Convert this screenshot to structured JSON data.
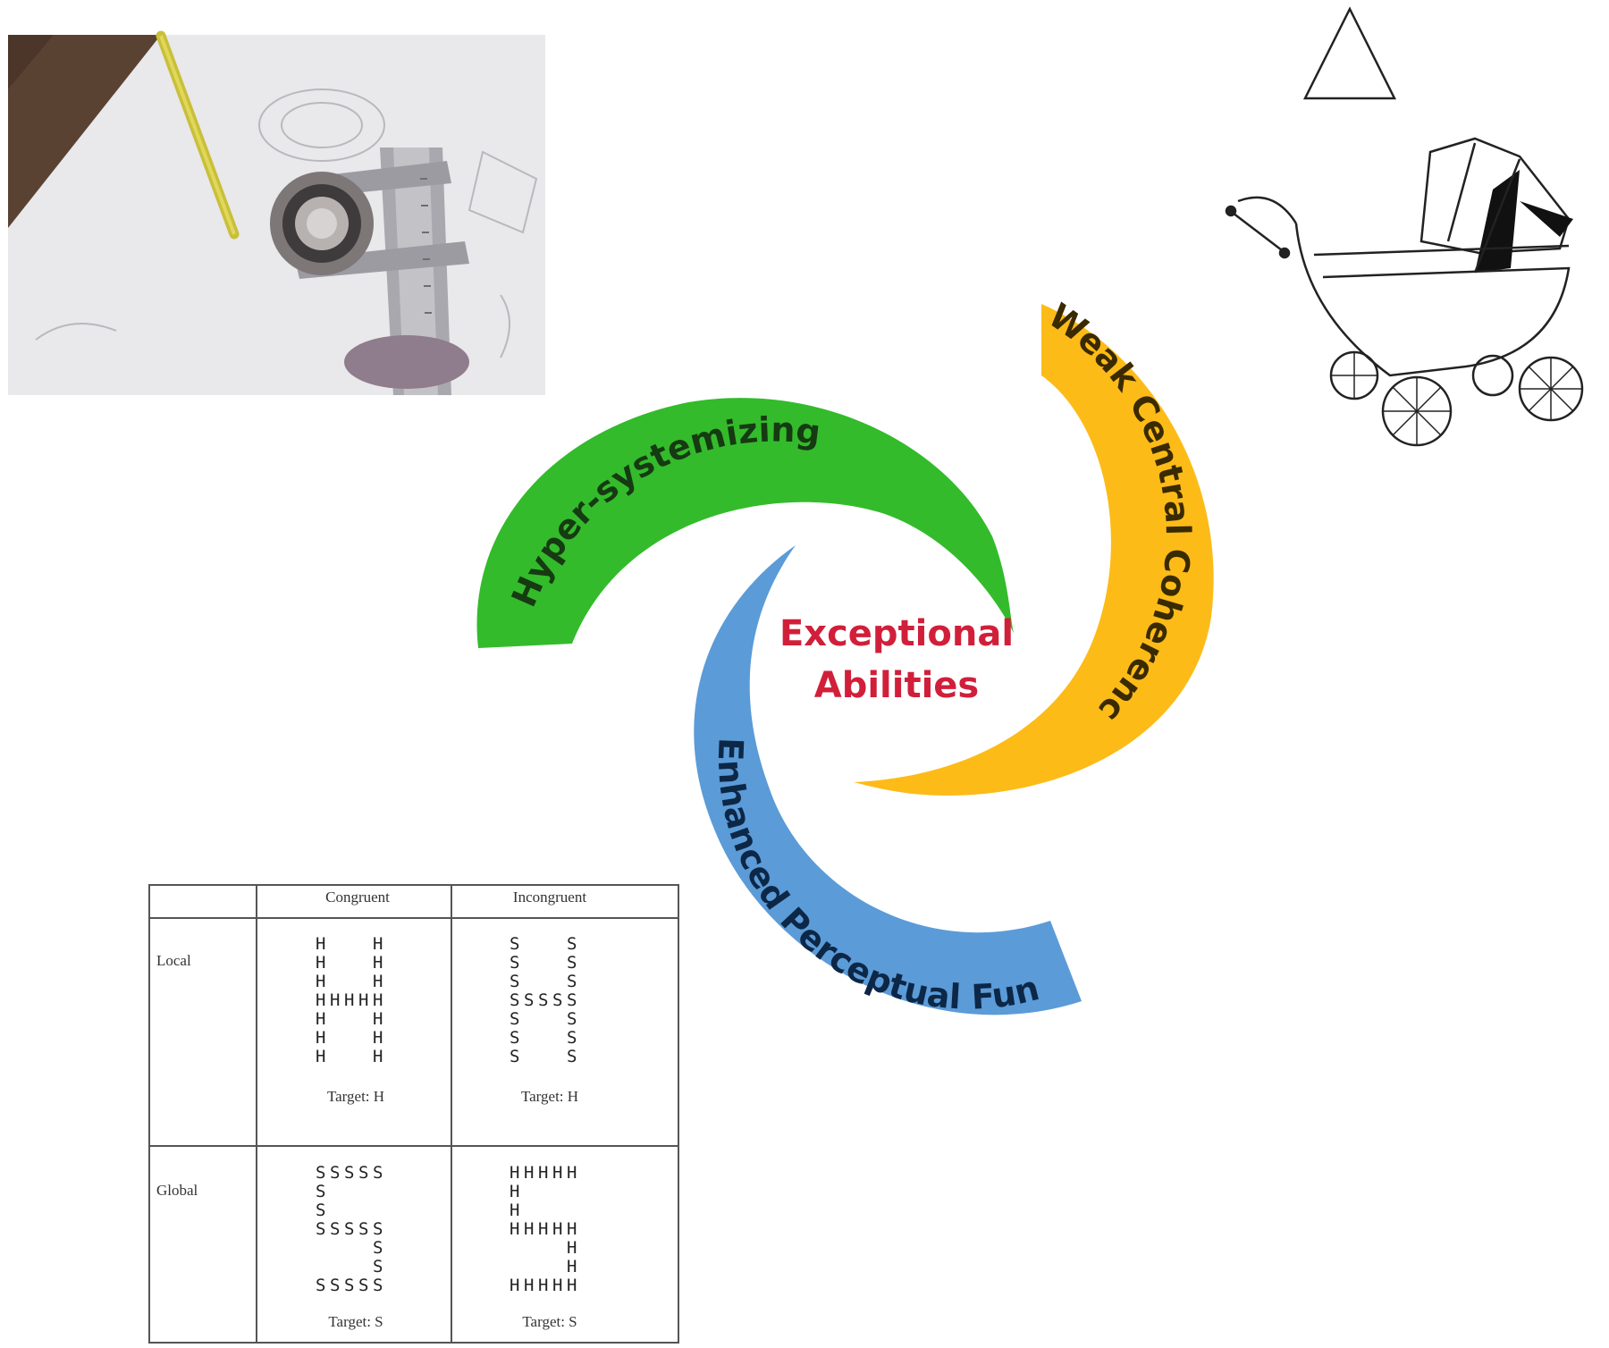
{
  "center": {
    "line1": "Exceptional",
    "line2": "Abilities",
    "color": "#d11f3a"
  },
  "arcs": [
    {
      "name": "Hyper-systemizing",
      "color": "#33bb2b",
      "text_color": "#163a12"
    },
    {
      "name": "Weak Central Coherence",
      "color": "#fdbb18",
      "text_color": "#3a2a00"
    },
    {
      "name": "Enhanced Perceptual Function",
      "color": "#5b9bd8",
      "text_color": "#0d2747"
    }
  ],
  "images": {
    "photo": "caliper-measuring-bearing-photo",
    "drawing": "triangle-and-pram-drawing"
  },
  "table": {
    "headers": [
      "",
      "Congruent",
      "Incongruent"
    ],
    "rows": [
      {
        "label": "Local",
        "cells": [
          {
            "letter": "H",
            "element": "H",
            "target": "Target: H"
          },
          {
            "letter": "H",
            "element": "S",
            "target": "Target: H"
          }
        ]
      },
      {
        "label": "Global",
        "cells": [
          {
            "letter": "S",
            "element": "S",
            "target": "Target: S"
          },
          {
            "letter": "S",
            "element": "H",
            "target": "Target: S"
          }
        ]
      }
    ]
  }
}
